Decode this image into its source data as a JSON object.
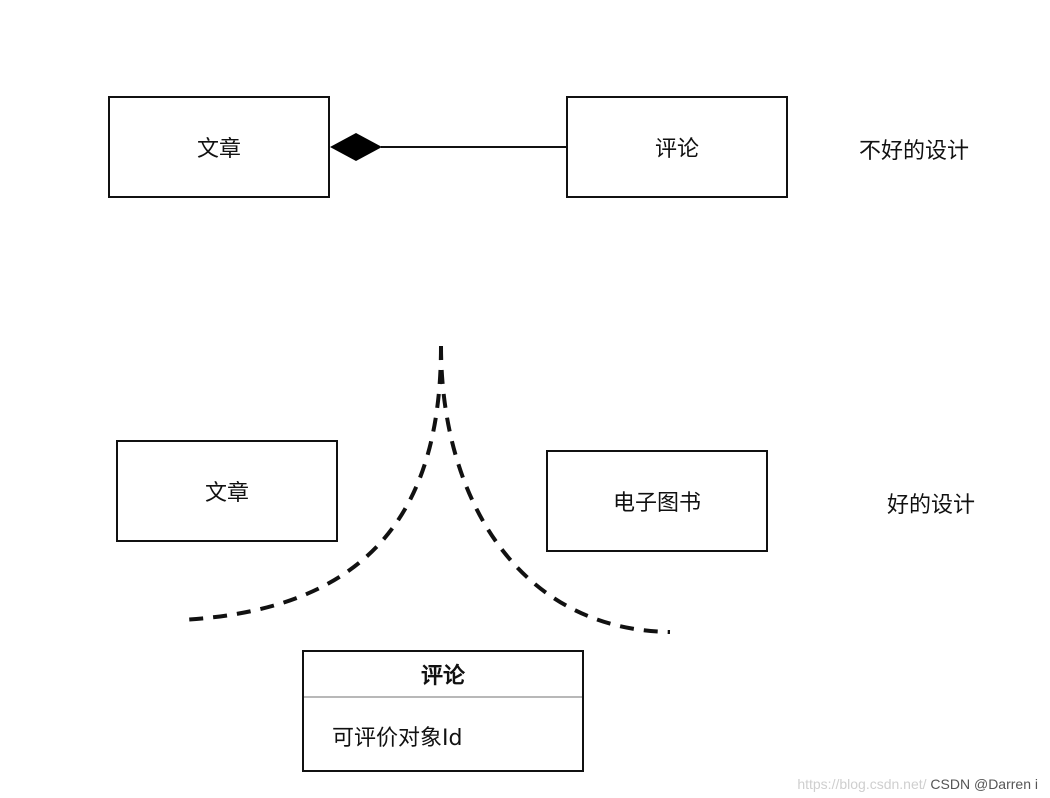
{
  "top": {
    "left_box": "文章",
    "right_box": "评论",
    "label": "不好的设计"
  },
  "bottom": {
    "left_box": "文章",
    "right_box": "电子图书",
    "label": "好的设计",
    "class": {
      "name": "评论",
      "attribute": "可评价对象Id"
    }
  },
  "watermark": {
    "url": "https://blog.csdn.net/",
    "credit": "CSDN @Darren i"
  }
}
